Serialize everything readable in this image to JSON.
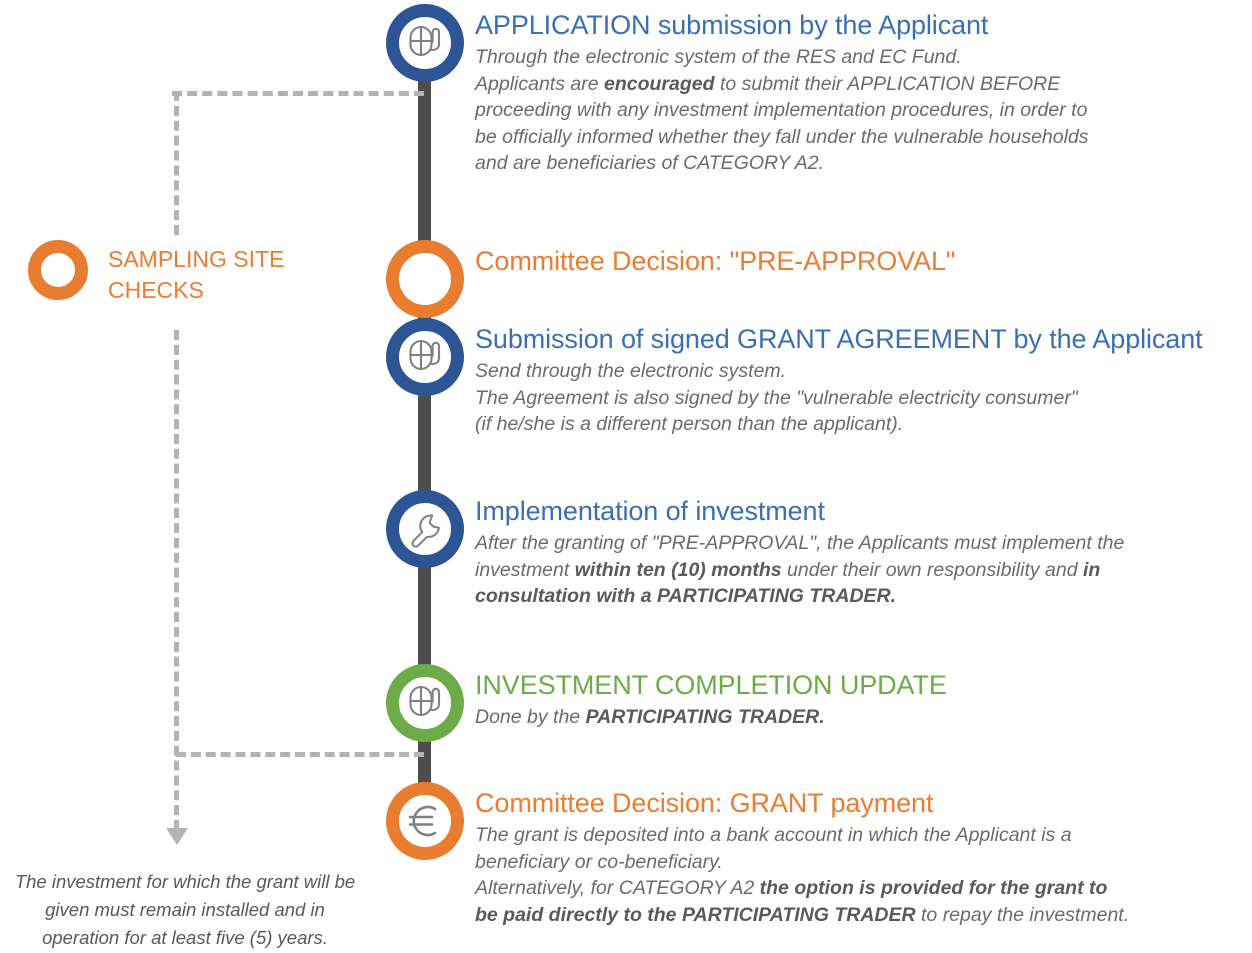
{
  "diagram": {
    "title": "Grant application process flow",
    "colors": {
      "blue": "#2d5596",
      "blue_text": "#3a6fb3",
      "orange": "#e97d2f",
      "orange_text": "#ec7c32",
      "green": "#6cab48",
      "spine": "#4d4d4d",
      "dashed": "#b3b3b3",
      "body_text": "#6b6b6b"
    }
  },
  "side_note": {
    "icon": "ring-icon",
    "label_line1": "SAMPLING SITE",
    "label_line2": "CHECKS"
  },
  "footnote": {
    "line1": "The investment for which the grant will be",
    "line2": "given must remain installed and in",
    "line3": "operation for at least five (5) years."
  },
  "steps": [
    {
      "id": "application-submission",
      "icon": "mouse-icon",
      "color": "blue",
      "title": "APPLICATION submission by the Applicant",
      "lines": [
        [
          {
            "t": "Through the electronic system of the RES and EC Fund.",
            "b": false
          }
        ],
        [
          {
            "t": "Applicants are ",
            "b": false
          },
          {
            "t": "encouraged",
            "b": true
          },
          {
            "t": " to submit their APPLICATION BEFORE",
            "b": false
          }
        ],
        [
          {
            "t": "proceeding with any investment implementation procedures, in order to",
            "b": false
          }
        ],
        [
          {
            "t": "be officially informed whether they fall under the vulnerable households",
            "b": false
          }
        ],
        [
          {
            "t": "and are beneficiaries of CATEGORY A2.",
            "b": false
          }
        ]
      ]
    },
    {
      "id": "pre-approval-decision",
      "icon": "ring-icon",
      "color": "orange",
      "title": "Committee Decision: \"PRE-APPROVAL\"",
      "lines": []
    },
    {
      "id": "grant-agreement-submission",
      "icon": "mouse-icon",
      "color": "blue",
      "title": "Submission of signed GRANT AGREEMENT by the Applicant",
      "lines": [
        [
          {
            "t": "Send through the electronic system.",
            "b": false
          }
        ],
        [
          {
            "t": "The Agreement is also signed by the \"vulnerable electricity consumer\"",
            "b": false
          }
        ],
        [
          {
            "t": "(if he/she is a different person than the applicant).",
            "b": false
          }
        ]
      ]
    },
    {
      "id": "implementation-of-investment",
      "icon": "wrench-icon",
      "color": "blue",
      "title": "Implementation of investment",
      "lines": [
        [
          {
            "t": "After the granting of \"PRE-APPROVAL\", the Applicants must implement the",
            "b": false
          }
        ],
        [
          {
            "t": "investment ",
            "b": false
          },
          {
            "t": "within ten (10) months",
            "b": true
          },
          {
            "t": " under their own responsibility and ",
            "b": false
          },
          {
            "t": "in",
            "b": true
          }
        ],
        [
          {
            "t": "consultation with a PARTICIPATING TRADER.",
            "b": true
          }
        ]
      ]
    },
    {
      "id": "investment-completion-update",
      "icon": "mouse-icon",
      "color": "green",
      "title": "INVESTMENT COMPLETION UPDATE",
      "lines": [
        [
          {
            "t": "Done by the ",
            "b": false
          },
          {
            "t": "PARTICIPATING TRADER.",
            "b": true
          }
        ]
      ]
    },
    {
      "id": "grant-payment-decision",
      "icon": "euro-icon",
      "color": "orange",
      "title": "Committee Decision: GRANT payment",
      "lines": [
        [
          {
            "t": "The grant is deposited into a bank account in which the Applicant is a",
            "b": false
          }
        ],
        [
          {
            "t": "beneficiary or co-beneficiary.",
            "b": false
          }
        ],
        [
          {
            "t": "Alternatively, for CATEGORY A2 ",
            "b": false
          },
          {
            "t": "the option is provided for the grant to",
            "b": true
          }
        ],
        [
          {
            "t": "be paid directly to the PARTICIPATING TRADER",
            "b": true
          },
          {
            "t": " to repay the investment.",
            "b": false
          }
        ]
      ]
    }
  ]
}
